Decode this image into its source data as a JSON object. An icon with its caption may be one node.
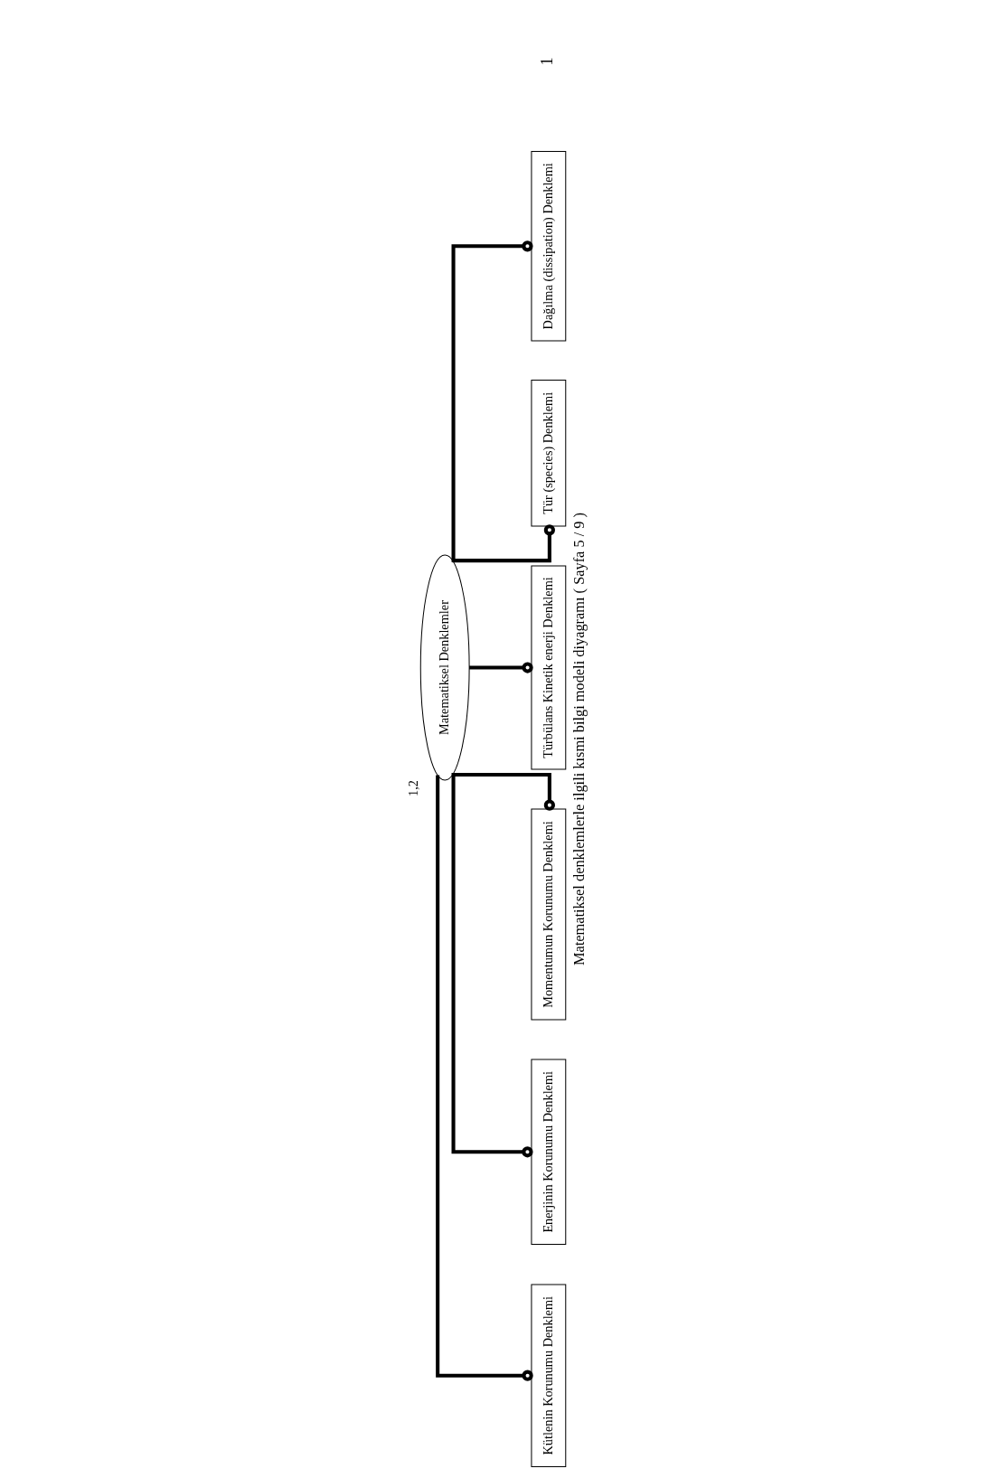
{
  "diagram": {
    "caption": "Matematiksel denklemlerle ilgili kısmi bilgi modeli diyagramı ( Sayfa 5 / 9 )",
    "nodes": [
      {
        "text": [
          "Matematiksel Denklemler"
        ],
        "beside": [
          "1,2"
        ]
      },
      {
        "text": [
          "Kütlenin Korunumu Denklemi"
        ]
      },
      {
        "text": [
          "Enerjinin Korunumu Denklemi"
        ]
      },
      {
        "text": [
          "Momentumun Korunumu Denklemi"
        ]
      },
      {
        "text": [
          "Türbülans Kinetik enerji Denklemi"
        ]
      },
      {
        "text": [
          "Tür (species) Denklemi"
        ]
      },
      {
        "text": [
          "Dağılma (dissipation) Denklemi"
        ]
      }
    ],
    "edges": [
      {
        "from": 0,
        "to": 1,
        "arrow": "other"
      },
      {
        "from": 0,
        "to": 2,
        "arrow": "other"
      },
      {
        "from": 0,
        "to": 3,
        "arrow": "other"
      },
      {
        "from": 0,
        "to": 4,
        "arrow": "other"
      },
      {
        "from": 0,
        "to": 5,
        "arrow": "other"
      },
      {
        "from": 0,
        "to": 6,
        "arrow": "other"
      }
    ],
    "labels": [
      "1"
    ]
  }
}
